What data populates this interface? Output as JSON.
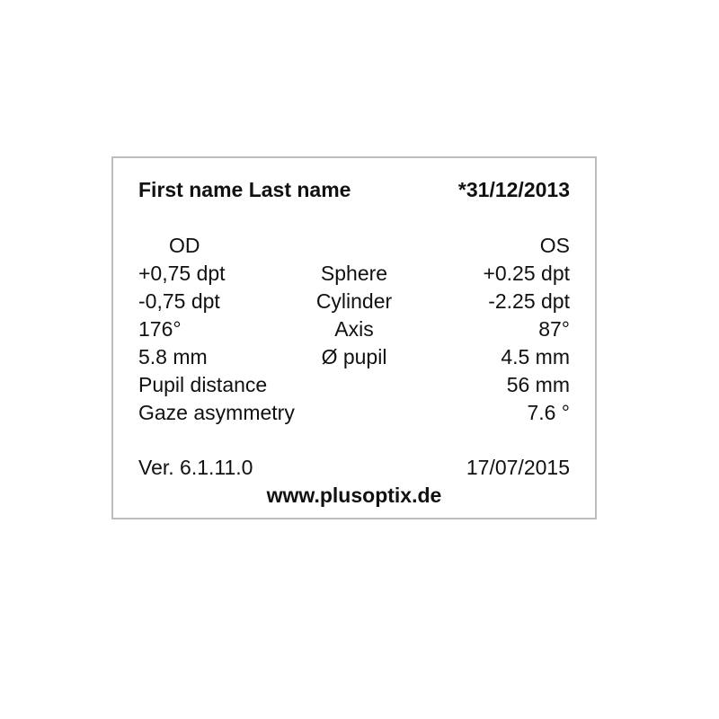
{
  "patient": {
    "name": "First name Last name",
    "birthdate": "*31/12/2013"
  },
  "eyes": {
    "right_label": "OD",
    "left_label": "OS"
  },
  "measurements": [
    {
      "label": "Sphere",
      "od": "+0,75 dpt",
      "os": "+0.25 dpt"
    },
    {
      "label": "Cylinder",
      "od": "-0,75 dpt",
      "os": "-2.25 dpt"
    },
    {
      "label": "Axis",
      "od": "176°",
      "os": "87°"
    },
    {
      "label": "Ø pupil",
      "od": "5.8 mm",
      "os": "4.5 mm"
    }
  ],
  "pupil_distance": {
    "label": "Pupil distance",
    "value": "56 mm"
  },
  "gaze_asymmetry": {
    "label": "Gaze asymmetry",
    "value": "7.6 °"
  },
  "footer": {
    "version": "Ver. 6.1.11.0",
    "date": "17/07/2015",
    "website": "www.plusoptix.de"
  }
}
